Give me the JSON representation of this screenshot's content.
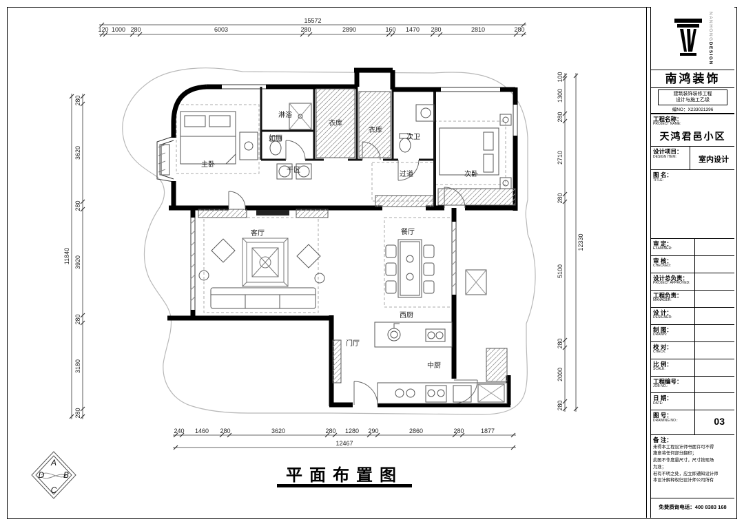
{
  "sheet": {
    "bottom_title": "平面布置图"
  },
  "dims": {
    "top_total": "15572",
    "top": [
      "120",
      "1000",
      "280",
      "6003",
      "280",
      "2890",
      "160",
      "1470",
      "280",
      "2810",
      "280"
    ],
    "left_total": "11840",
    "left": [
      "280",
      "3620",
      "280",
      "3920",
      "280",
      "3180",
      "280"
    ],
    "right_total": "12330",
    "right": [
      "100",
      "1300",
      "280",
      "2710",
      "280",
      "5100",
      "280",
      "2000",
      "280"
    ],
    "bottom_total": "12467",
    "bottom": [
      "240",
      "1460",
      "280",
      "3620",
      "280",
      "1280",
      "290",
      "2860",
      "280",
      "1877"
    ]
  },
  "rooms": {
    "master": "主卧",
    "shower": "淋浴",
    "toilet": "如厕",
    "closet1": "衣库",
    "closet2": "衣库",
    "bath2": "次卫",
    "dry": "干区",
    "corridor": "过道",
    "bedroom2": "次卧",
    "living": "客厅",
    "dining": "餐厅",
    "west_kitchen": "西厨",
    "foyer": "门厅",
    "kitchen": "中厨"
  },
  "logo_diamond": {
    "letters": [
      "A",
      "B",
      "C",
      "D"
    ]
  },
  "titleblock": {
    "brand_en_1": "NANHONG",
    "brand_en_2": "DESIGN",
    "brand_cn": "南鸿装饰",
    "cert_line1": "建筑装饰装修工程",
    "cert_line2": "设计与施工乙级",
    "cert_no": "编NO：X233021396",
    "project_label": "工程名称：",
    "project_label_en": "PROJECT NAME:",
    "project_name": "天鸿君邑小区",
    "design_item_label": "设计项目：",
    "design_item_en": "DESIGN ITEM:",
    "design_item_value": "室内设计",
    "title_label": "图  名：",
    "title_label_en": "TITLE:",
    "rows": [
      {
        "cn": "审  定：",
        "en": "EXAMINER:"
      },
      {
        "cn": "审  核：",
        "en": "CHECKED:"
      },
      {
        "cn": "设计总负责：",
        "en": "PROJECT APPROVED:"
      },
      {
        "cn": "工程负责：",
        "en": "MANAGER:"
      },
      {
        "cn": "设  计：",
        "en": "DESIGNER:"
      },
      {
        "cn": "制  图：",
        "en": "DRAWN:"
      },
      {
        "cn": "校  对：",
        "en": "CHECK:"
      },
      {
        "cn": "比  例：",
        "en": "SCALE:"
      },
      {
        "cn": "工程编号：",
        "en": "JOB NO.:"
      },
      {
        "cn": "日  期：",
        "en": "DATE:"
      }
    ],
    "drawing_no_label": "图  号：",
    "drawing_no_en": "DRAWING NO.:",
    "drawing_no_value": "03",
    "notes_label": "备  注：",
    "notes": [
      "未得本工程设计师书面许可不得",
      "施意将任何部分翻印；",
      "此图不作度量尺寸，尺寸按现场",
      "为准；",
      "若有不明之处，应立即通知设计师",
      "本设计解释权归设计师公司所有"
    ],
    "hotline": "免费质询电话：400 8383 168"
  }
}
